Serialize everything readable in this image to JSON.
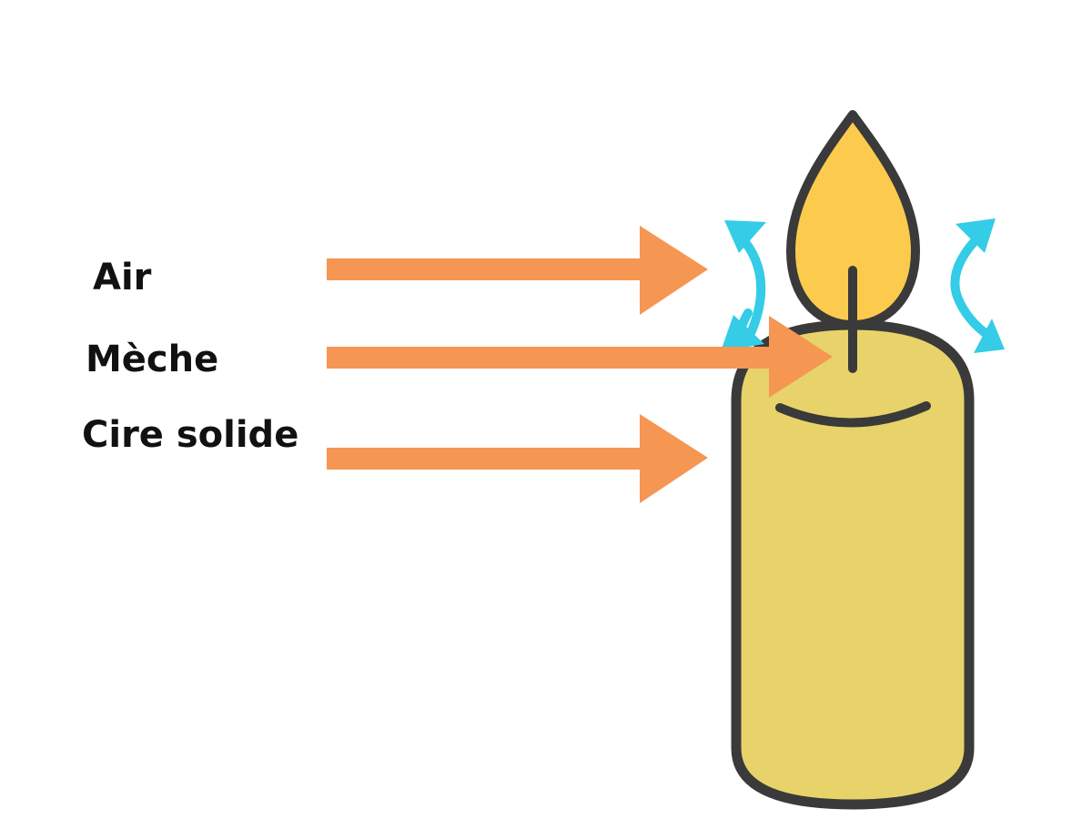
{
  "labels": {
    "air": "Air",
    "meche": "Mèche",
    "cire_solide": "Cire solide"
  },
  "icons": {
    "candle": "candle-icon",
    "flame": "flame-icon",
    "wick": "wick-icon",
    "left_air_flow": "circular-arrows-icon",
    "right_air_flow": "circular-arrows-icon",
    "pointer_arrows": "right-arrow-icon"
  },
  "colors": {
    "arrow": "#F59753",
    "candle_body": "#E8D36A",
    "flame": "#FCCB4E",
    "outline": "#3A3A3A",
    "air_flow": "#34CCE6",
    "text": "#111111"
  }
}
